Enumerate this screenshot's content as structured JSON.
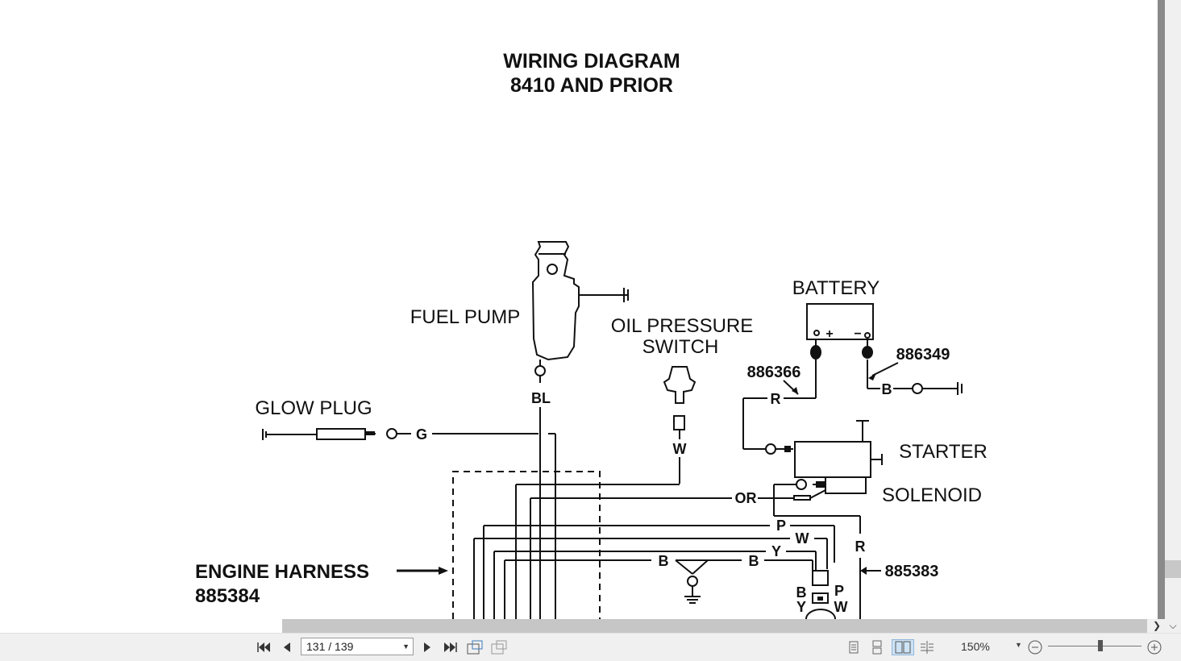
{
  "document": {
    "title_line1": "WIRING DIAGRAM",
    "title_line2": "8410 AND PRIOR",
    "components": {
      "fuel_pump": "FUEL PUMP",
      "oil_pressure_line1": "OIL PRESSURE",
      "oil_pressure_line2": "SWITCH",
      "battery": "BATTERY",
      "glow_plug": "GLOW PLUG",
      "starter": "STARTER",
      "solenoid": "SOLENOID",
      "engine_harness": "ENGINE HARNESS",
      "engine_harness_part": "885384"
    },
    "part_numbers": {
      "p886366": "886366",
      "p886349": "886349",
      "p885383": "885383"
    },
    "wire_codes": {
      "bl": "BL",
      "g": "G",
      "w_oil": "W",
      "r_top": "R",
      "b_batt": "B",
      "or": "OR",
      "p": "P",
      "w": "W",
      "y": "Y",
      "b_left": "B",
      "b_right": "B",
      "r_right": "R",
      "conn_b": "B",
      "conn_p": "P",
      "conn_y": "Y",
      "conn_w": "W"
    },
    "battery_plus": "+",
    "battery_minus": "−"
  },
  "toolbar": {
    "page_indicator": "131 / 139",
    "zoom_level": "150%"
  },
  "icons": {
    "first_page": "first-page-icon",
    "prev_page": "previous-page-icon",
    "next_page": "next-page-icon",
    "last_page": "last-page-icon",
    "rotate": "rotate-view-icon",
    "fit": "fit-page-icon",
    "single_page": "single-page-view-icon",
    "continuous": "continuous-view-icon",
    "two_page": "two-page-view-icon",
    "continuous_two": "continuous-two-page-view-icon",
    "zoom_out": "zoom-out-icon",
    "zoom_in": "zoom-in-icon"
  },
  "zoom_slider_level": 0.53
}
